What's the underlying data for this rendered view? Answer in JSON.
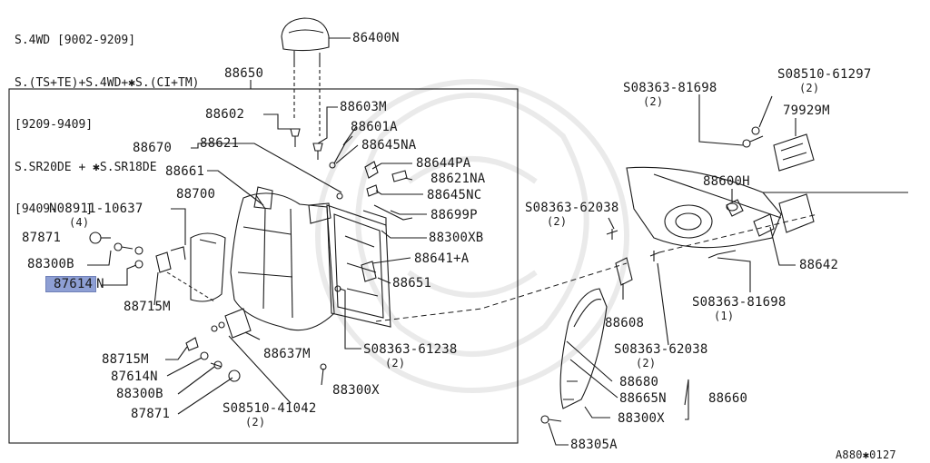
{
  "header": {
    "lines": [
      "S.4WD [9002-9209]",
      "S.(TS+TE)+S.4WD+✱S.(CI+TM)",
      "[9209-9409]",
      "S.SR20DE + ✱S.SR18DE",
      "[9409-    ]"
    ]
  },
  "labels": {
    "p86400N": "86400N",
    "p88650": "88650",
    "p88602": "88602",
    "p88603M": "88603M",
    "p88601A": "88601A",
    "p88670": "88670",
    "p88621": "88621",
    "p88645NA": "88645NA",
    "p88644PA": "88644PA",
    "p88621NA": "88621NA",
    "p88661": "88661",
    "p88645NC": "88645NC",
    "p88700": "88700",
    "p08911": "N08911-10637",
    "p08911q": "(4)",
    "p88699P": "88699P",
    "p87871a": "87871",
    "p88300XB": "88300XB",
    "p88300Ba": "88300B",
    "p88641A": "88641+A",
    "p87614Nhl": "87614",
    "p87614Nsuf": "N",
    "p88651": "88651",
    "p88715Ma": "88715M",
    "p08363_61238": "S08363-61238",
    "p08363_61238q": "(2)",
    "p88637M": "88637M",
    "p88715Mb": "88715M",
    "p87614Nb": "87614N",
    "p88300X": "88300X",
    "p88300Bb": "88300B",
    "p87871b": "87871",
    "p08510_41042": "S08510-41042",
    "p08510_41042q": "(2)",
    "p08363_81698a": "S08363-81698",
    "p08363_81698aq": "(2)",
    "p08510_61297": "S08510-61297",
    "p08510_61297q": "(2)",
    "p79929M": "79929M",
    "p88600H": "88600H",
    "p08363_62038a": "S08363-62038",
    "p08363_62038aq": "(2)",
    "p88642": "88642",
    "p08363_81698b": "S08363-81698",
    "p08363_81698bq": "(1)",
    "p88608": "88608",
    "p08363_62038b": "S08363-62038",
    "p08363_62038bq": "(2)",
    "p88680": "88680",
    "p88665N": "88665N",
    "p88660": "88660",
    "p88300Xb": "88300X",
    "p88305A": "88305A",
    "code": "A880✱0127"
  },
  "colors": {
    "line": "#1a1a1a",
    "highlight": "#8e9fd4"
  }
}
